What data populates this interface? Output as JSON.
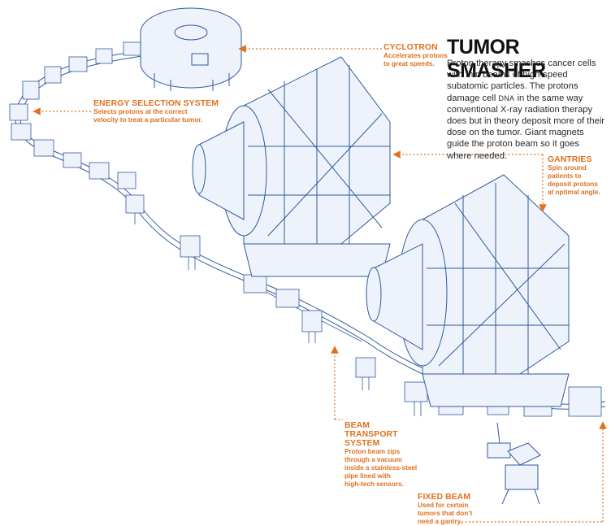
{
  "title": "TUMOR SMASHER",
  "intro": {
    "before_dna": "Proton therapy smashes cancer cells with thin beams of high-speed subatomic particles. The protons damage cell ",
    "dna": "DNA",
    "after_dna": " in the same way conventional X-ray radiation therapy does but in theory deposit more of their dose on the tumor. Giant magnets guide the proton beam so it goes where needed."
  },
  "callouts": {
    "cyclotron": {
      "title": "CYCLOTRON",
      "lines": [
        "Accelerates protons",
        "to great speeds."
      ]
    },
    "energy_selection": {
      "title": "ENERGY SELECTION SYSTEM",
      "lines": [
        "Selects protons at the correct",
        "velocity to treat a particular tumor."
      ]
    },
    "gantries": {
      "title": "GANTRIES",
      "lines": [
        "Spin around",
        "patients to",
        "deposit protons",
        "at optimal angle."
      ]
    },
    "beam_transport": {
      "title_lines": [
        "BEAM",
        "TRANSPORT",
        "SYSTEM"
      ],
      "lines": [
        "Proton beam zips",
        "through a vacuum",
        "inside a stainless-steel",
        "pipe lined with",
        "high-tech sensors."
      ]
    },
    "fixed_beam": {
      "title": "FIXED BEAM",
      "lines": [
        "Used for certain",
        "tumors that don’t",
        "need a gantry."
      ]
    }
  },
  "colors": {
    "line_art": "#2f5a9e",
    "line_fill": "#eef3fb",
    "callout": "#e0701e",
    "title": "#111111",
    "body_text": "#2a2a2a"
  }
}
